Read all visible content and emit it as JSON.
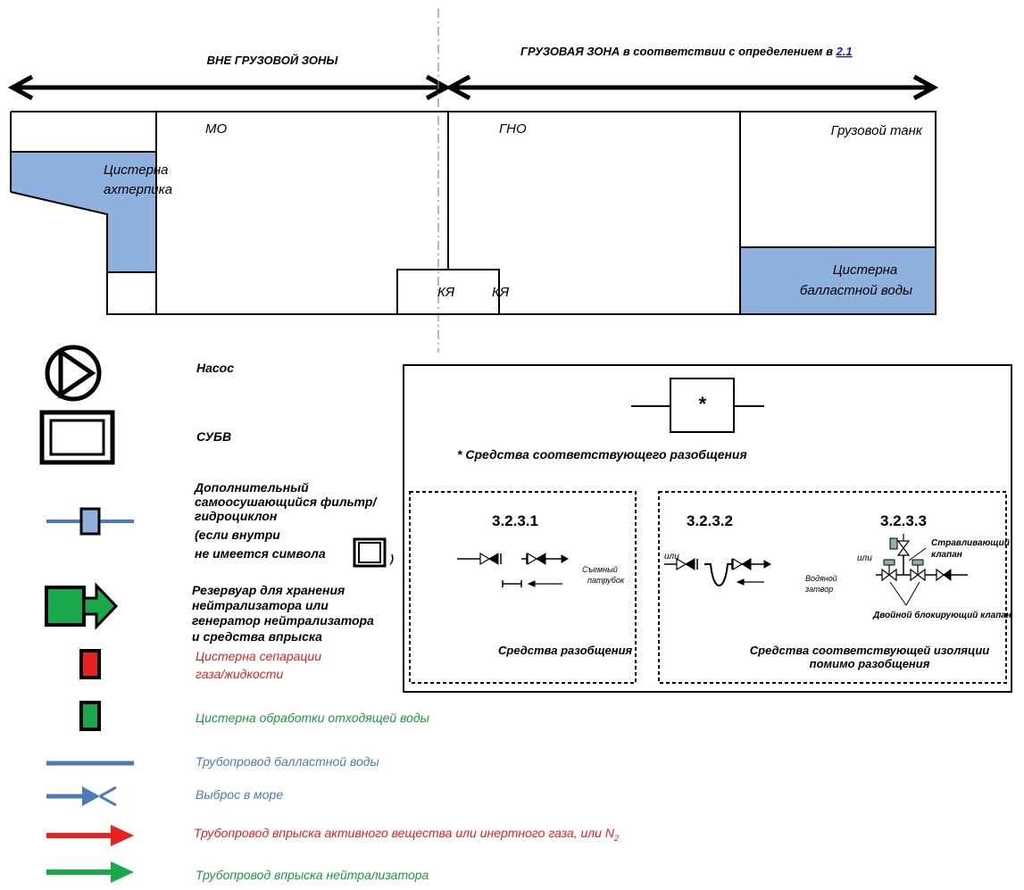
{
  "zones": {
    "outside_label": "ВНЕ ГРУЗОВОЙ ЗОНЫ",
    "cargo_label_prefix": "ГРУЗОВАЯ ЗОНА в соответствии с определением в ",
    "cargo_label_link": "2.1"
  },
  "compartments": {
    "mo": "МО",
    "gno": "ГНО",
    "cargo_tank": "Грузовой танк",
    "afterpeak_line1": "Цистерна",
    "afterpeak_line2": "ахтерпика",
    "cofferdam_1": "КЯ",
    "cofferdam_2": "КЯ",
    "ballast_line1": "Цистерна",
    "ballast_line2": "балластной воды"
  },
  "legend": {
    "pump": "Насос",
    "oil_water_separator": "СУБВ",
    "filter_line1": "Дополнительный",
    "filter_line2": "самоосушающийся фильтр/",
    "filter_line3": "гидроциклон",
    "filter_line4": "(если внутри",
    "filter_line5": "не имеется символа",
    "filter_line5_suffix": ")",
    "neutralizer_line1": "Резервуар для хранения",
    "neutralizer_line2": "нейтрализатора или",
    "neutralizer_line3": "генератор нейтрализатора",
    "neutralizer_line4": "и средства впрыска",
    "gas_separation_line1": "Цистерна сепарации",
    "gas_separation_line2": "газа/жидкости",
    "waste_water": "Цистерна обработки отходящей воды",
    "ballast_pipe": "Трубопровод балластной воды",
    "overboard": "Выброс в море",
    "injection_pipe": "Трубопровод впрыска активного вещества или инертного газа, или N",
    "injection_pipe_sub": "2",
    "neutralizer_pipe": "Трубопровод впрыска нейтрализатора"
  },
  "separation_box": {
    "asterisk": "*",
    "note": "* Средства соответствующего разобщения",
    "section_1_number": "3.2.3.1",
    "section_2_number": "3.2.3.2",
    "section_3_number": "3.2.3.3",
    "or_1": "или",
    "or_2": "или",
    "removable_spool_line1": "Съемный",
    "removable_spool_line2": "патрубок",
    "water_seal_line1": "Водяной",
    "water_seal_line2": "затвор",
    "vent_valve_line1": "Стравливающий",
    "vent_valve_line2": "клапан",
    "double_block": "Двойной блокирующий клапан",
    "caption_left": "Средства разобщения",
    "caption_right_line1": "Средства соответствующей изоляции",
    "caption_right_line2": "помимо разобщения"
  },
  "colors": {
    "tank_fill": "#8fb1de",
    "ballast_pipe": "#4a7ab8",
    "red": "#e82020",
    "green": "#1aa84a",
    "red_text": "#e02020",
    "green_text": "#1a9a40",
    "blue_text": "#4a7ab8"
  }
}
